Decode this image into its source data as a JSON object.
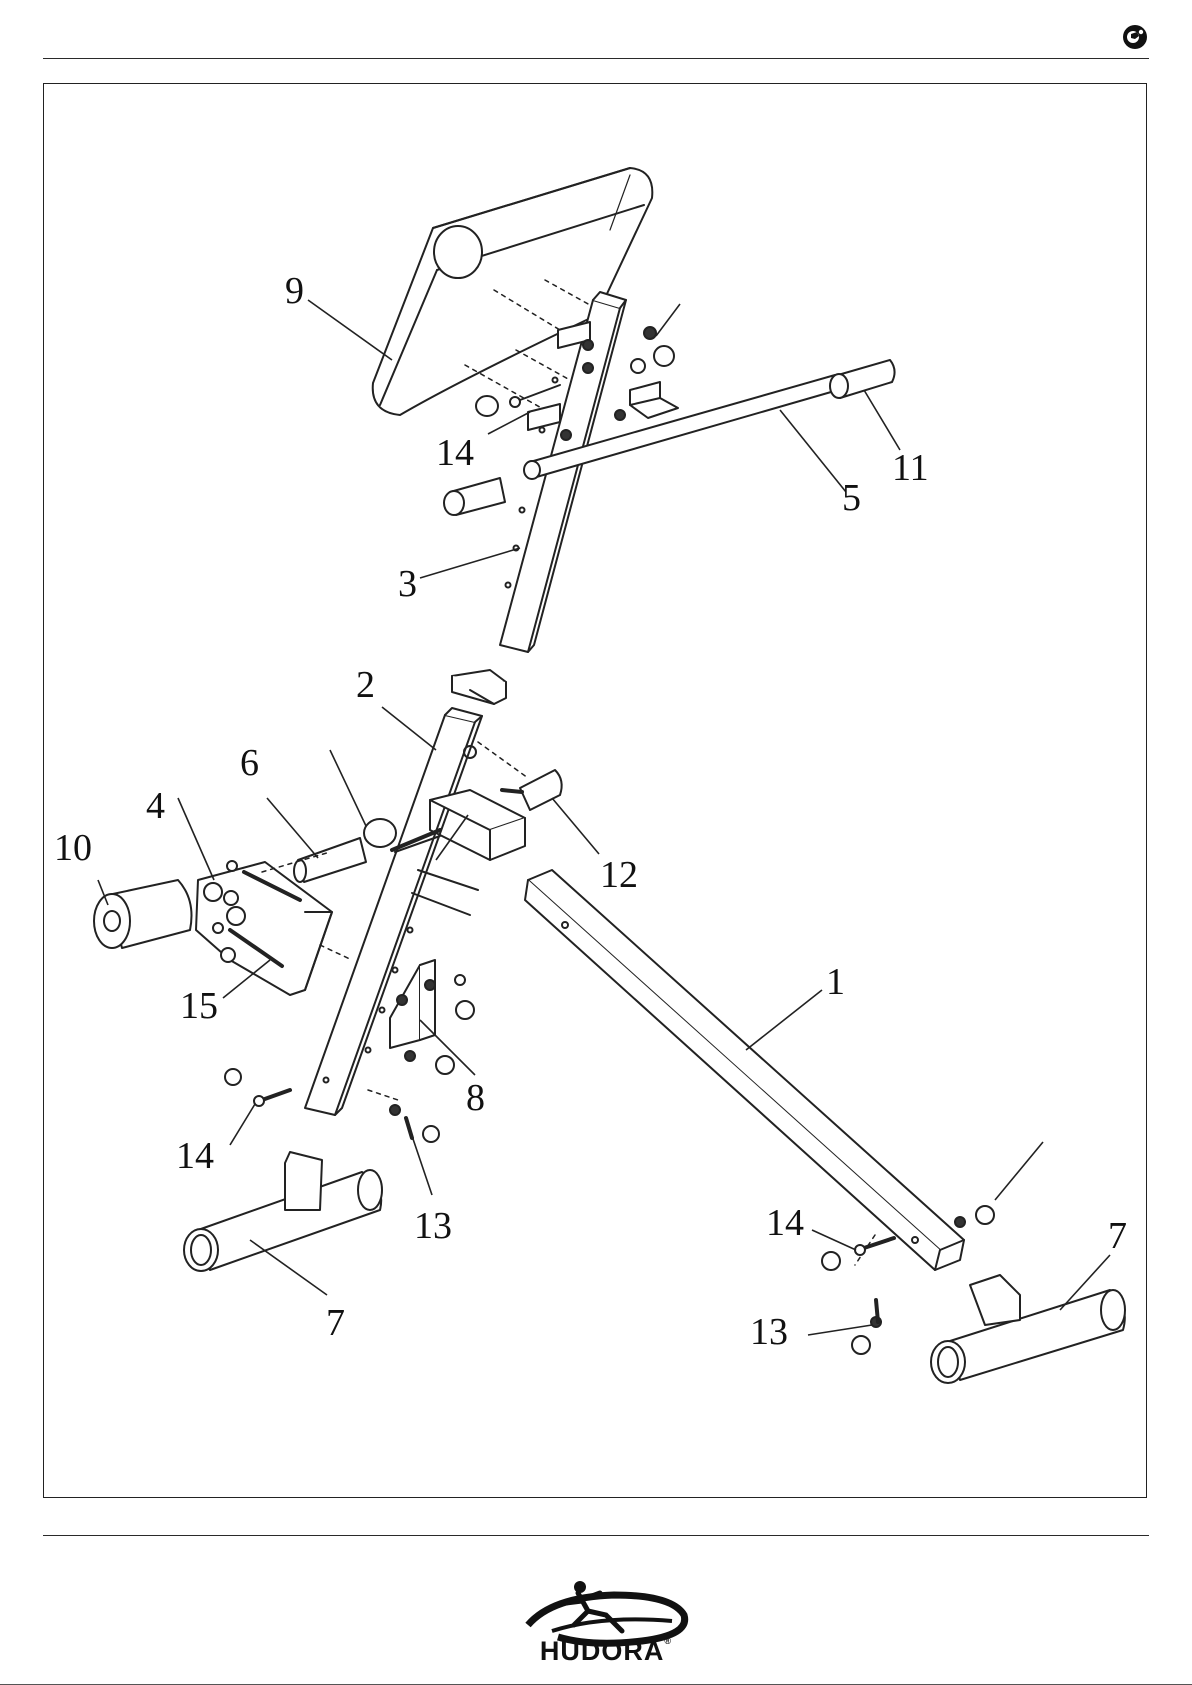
{
  "header": {
    "language_badge_icon": "flag-emblem-icon"
  },
  "diagram": {
    "part_callouts": [
      {
        "id": "callout-9",
        "label": "9"
      },
      {
        "id": "callout-14-top",
        "label": "14"
      },
      {
        "id": "callout-11",
        "label": "11"
      },
      {
        "id": "callout-5",
        "label": "5"
      },
      {
        "id": "callout-3",
        "label": "3"
      },
      {
        "id": "callout-2",
        "label": "2"
      },
      {
        "id": "callout-6",
        "label": "6"
      },
      {
        "id": "callout-4",
        "label": "4"
      },
      {
        "id": "callout-10",
        "label": "10"
      },
      {
        "id": "callout-12",
        "label": "12"
      },
      {
        "id": "callout-1",
        "label": "1"
      },
      {
        "id": "callout-15",
        "label": "15"
      },
      {
        "id": "callout-8",
        "label": "8"
      },
      {
        "id": "callout-14-left",
        "label": "14"
      },
      {
        "id": "callout-13-left",
        "label": "13"
      },
      {
        "id": "callout-7-left",
        "label": "7"
      },
      {
        "id": "callout-14-right",
        "label": "14"
      },
      {
        "id": "callout-7-right",
        "label": "7"
      },
      {
        "id": "callout-13-right",
        "label": "13"
      }
    ]
  },
  "footer": {
    "brand_name": "HUDORA",
    "brand_registered_mark": "®",
    "logo_icon": "hudora-skater-swoosh-logo"
  }
}
